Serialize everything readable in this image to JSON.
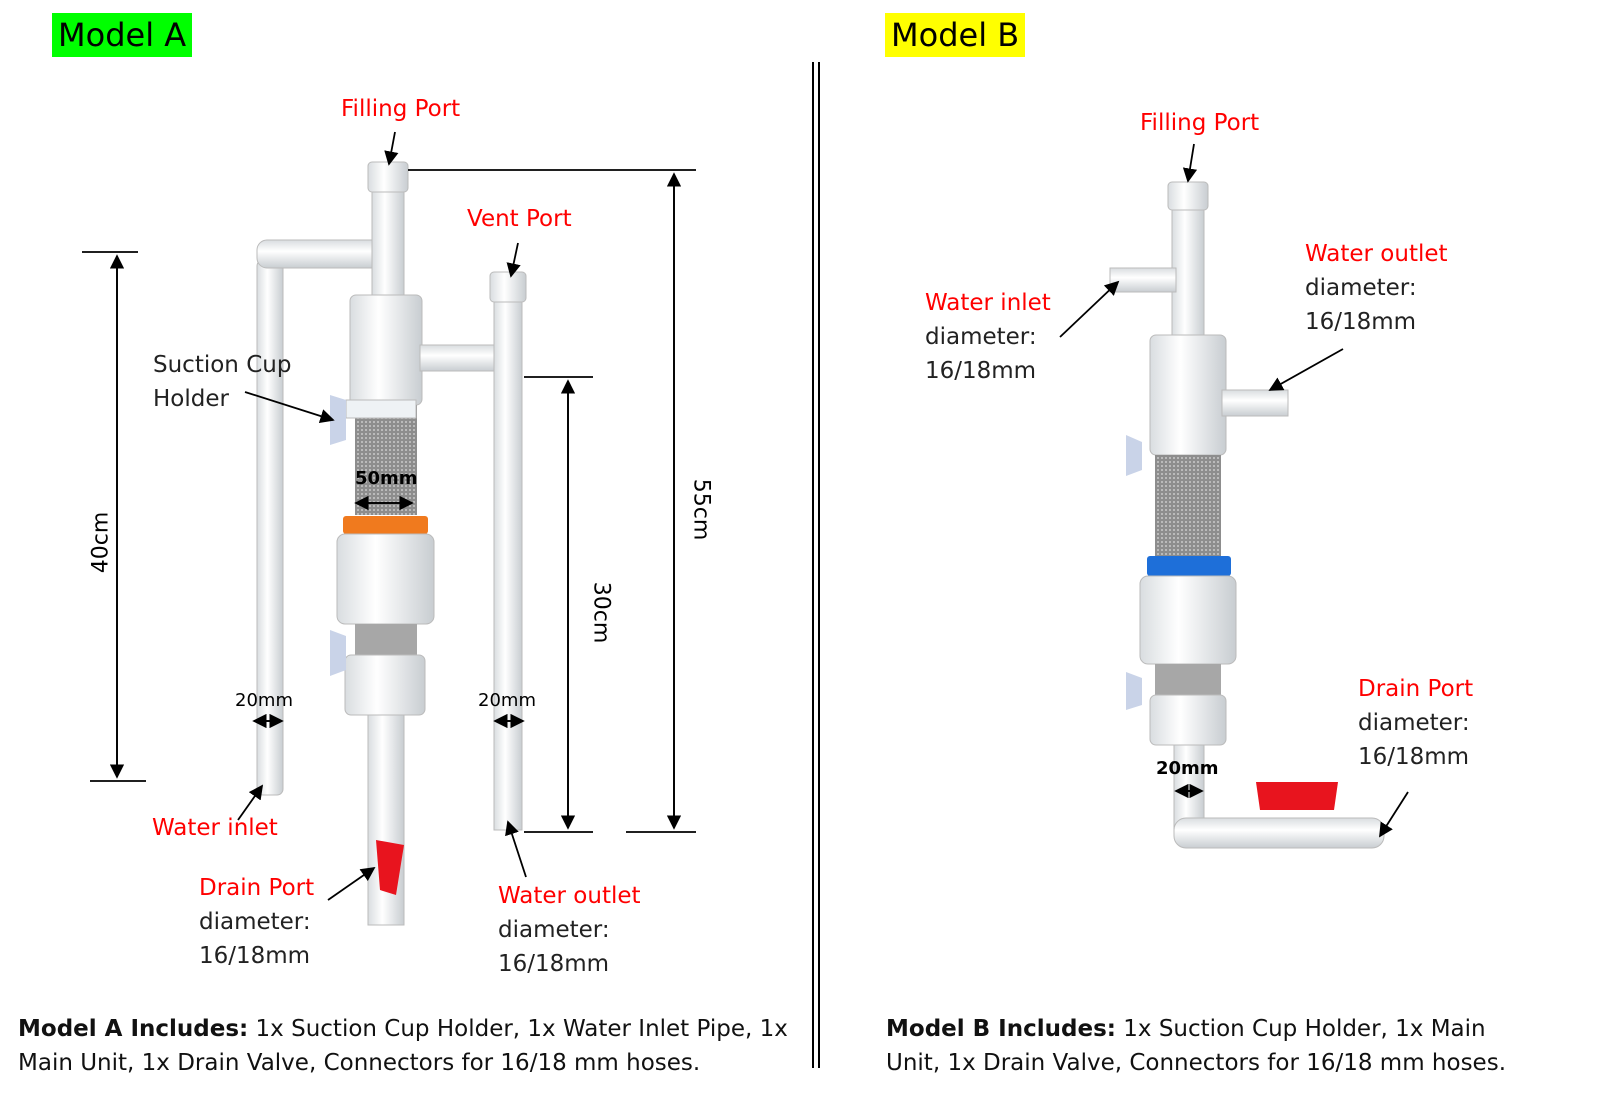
{
  "model_a": {
    "title": "Model A",
    "title_bg": "#00ff00",
    "labels": {
      "filling_port": "Filling Port",
      "vent_port": "Vent Port",
      "suction_cup_holder": [
        "Suction Cup",
        "Holder"
      ],
      "water_inlet": "Water inlet",
      "drain_port": {
        "name": "Drain Port",
        "diameter_label": "diameter:",
        "diameter_value": "16/18mm"
      },
      "water_outlet": {
        "name": "Water outlet",
        "diameter_label": "diameter:",
        "diameter_value": "16/18mm"
      }
    },
    "dimensions": {
      "height_inlet": "40cm",
      "height_total": "55cm",
      "height_outlet": "30cm",
      "filter_width": "50mm",
      "inlet_pipe": "20mm",
      "outlet_pipe": "20mm"
    },
    "includes_label": "Model A Includes:",
    "includes_text": " 1x Suction Cup Holder, 1x Water Inlet Pipe, 1x Main Unit, 1x Drain Valve, Connectors for 16/18 mm hoses.",
    "ring_color": "#f07a1e"
  },
  "model_b": {
    "title": "Model B",
    "title_bg": "#ffff00",
    "labels": {
      "filling_port": "Filling Port",
      "water_inlet": {
        "name": "Water inlet",
        "diameter_label": "diameter:",
        "diameter_value": "16/18mm"
      },
      "water_outlet": {
        "name": "Water outlet",
        "diameter_label": "diameter:",
        "diameter_value": "16/18mm"
      },
      "drain_port": {
        "name": "Drain Port",
        "diameter_label": "diameter:",
        "diameter_value": "16/18mm"
      }
    },
    "dimensions": {
      "drain_pipe": "20mm"
    },
    "includes_label": "Model B Includes:",
    "includes_text": " 1x Suction Cup Holder, 1x Main Unit, 1x Drain Valve, Connectors for 16/18 mm hoses.",
    "ring_color": "#1e6fd9"
  },
  "colors": {
    "label_red": "#ff0000",
    "valve_red": "#e8141e"
  }
}
